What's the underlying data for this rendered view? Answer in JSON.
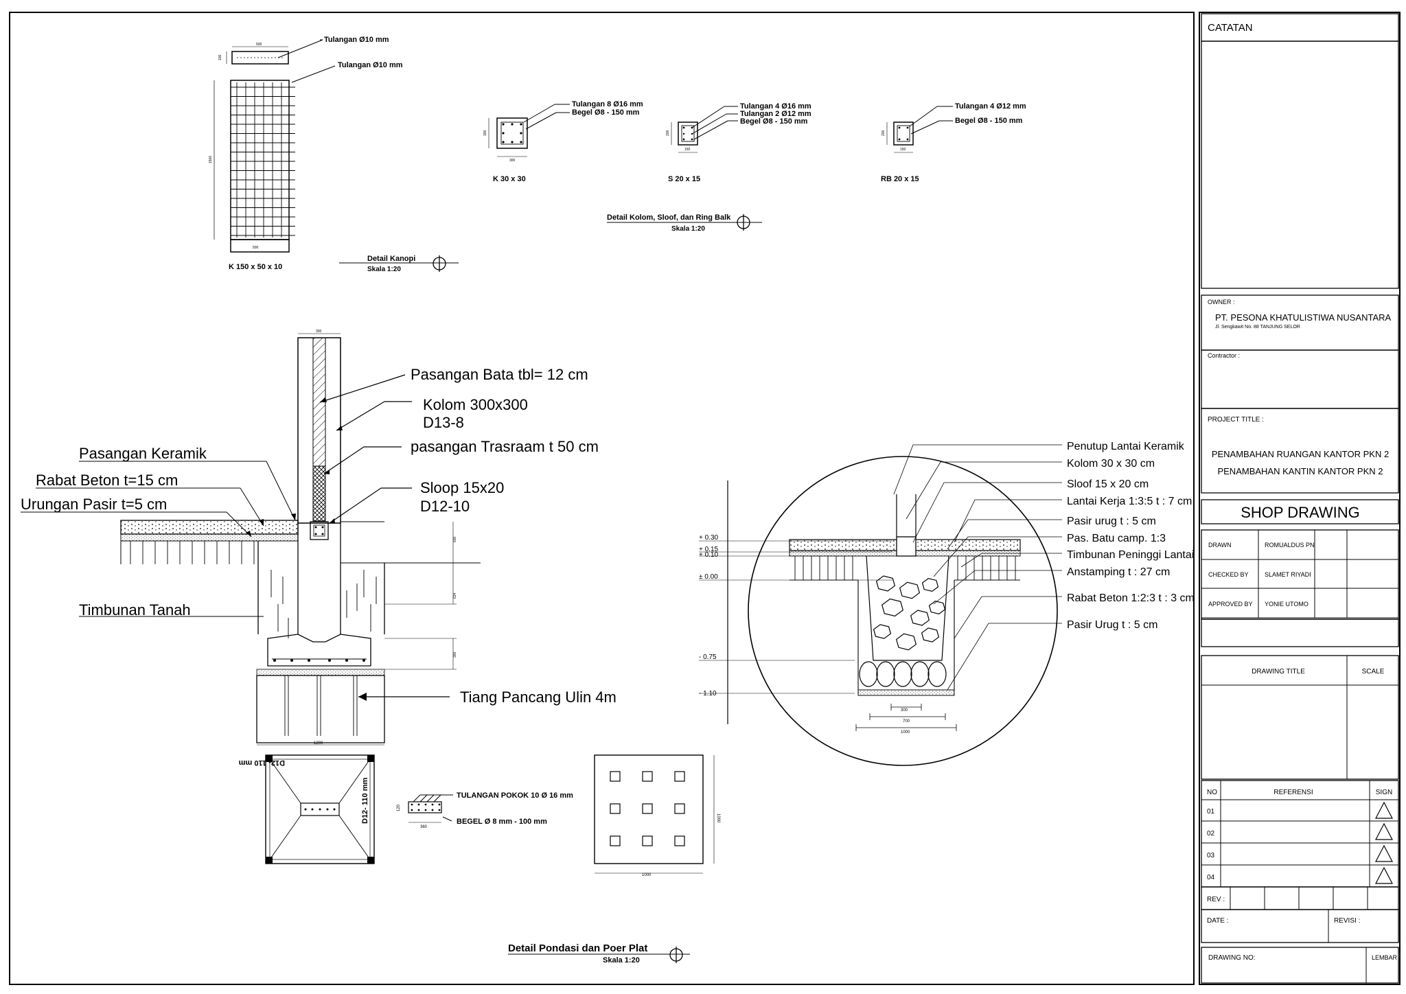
{
  "kanopi": {
    "top_label": "Tulangan Ø10 mm",
    "side_label": "Tulangan Ø10 mm",
    "dim_top": "500",
    "dim_bottom": "500",
    "dim_side": "1500",
    "dim_small": "100",
    "name": "K 150 x 50 x 10",
    "title": "Detail Kanopi",
    "scale": "Skala 1:20"
  },
  "kolom": {
    "k_label1": "Tulangan 8 Ø16 mm",
    "k_label2": "Begel Ø8 - 150 mm",
    "k_name": "K 30 x 30",
    "k_dim_side": "300",
    "k_dim_bottom": "300",
    "s_label1": "Tulangan 4 Ø16 mm",
    "s_label2": "Tulangan 2 Ø12 mm",
    "s_label3": "Begel Ø8 - 150 mm",
    "s_name": "S 20 x 15",
    "s_dim_side": "200",
    "s_dim_bottom": "150",
    "rb_label1": "Tulangan 4 Ø12 mm",
    "rb_label2": "Begel Ø8 - 150 mm",
    "rb_name": "RB 20 x 15",
    "rb_dim_side": "200",
    "rb_dim_bottom": "150",
    "title": "Detail Kolom, Sloof, dan Ring Balk",
    "scale": "Skala 1:20"
  },
  "pondasi": {
    "l_bata": "Pasangan Bata tbl= 12 cm",
    "l_kolom1": "Kolom 300x300",
    "l_kolom2": "D13-8",
    "l_trasraam": "pasangan Trasraam t 50 cm",
    "l_sloop1": "Sloop 15x20",
    "l_sloop2": "D12-10",
    "l_keramik": "Pasangan Keramik",
    "l_rabat": "Rabat Beton t=15 cm",
    "l_urugan": "Urungan Pasir t=5 cm",
    "l_timbunan": "Timbunan Tanah",
    "l_tiang": "Tiang Pancang Ulin 4m",
    "dim_top": "300",
    "dim_600": "600",
    "dim_634": "634",
    "dim_300": "300",
    "dim_1200": "1200",
    "plan_label": "D12- 110 mm",
    "plan_label2": "D12- 110 mm",
    "sec_label1": "TULANGAN POKOK 10 Ø 16 mm",
    "sec_label2": "BEGEL Ø 8 mm - 100 mm",
    "sec_dim_h": "120",
    "sec_dim_w": "360",
    "poer_dim_w": "1000",
    "poer_dim_h": "1000",
    "title": "Detail Pondasi dan Poer Plat",
    "scale": "Skala 1:20"
  },
  "lantai": {
    "lvl_030": "+ 0.30",
    "lvl_015": "+ 0.15",
    "lvl_010": "+ 0.10",
    "lvl_000": "± 0.00",
    "lvl_075": "- 0.75",
    "lvl_110": "- 1.10",
    "l1": "Penutup Lantai Keramik",
    "l2": "Kolom 30 x 30 cm",
    "l3": "Sloof 15 x 20 cm",
    "l4": "Lantai Kerja 1:3:5 t : 7 cm",
    "l5": "Pasir urug t : 5 cm",
    "l6": "Pas. Batu camp. 1:3",
    "l7": "Timbunan Peninggi Lantai",
    "l8": "Anstamping t : 27 cm",
    "l9": "Rabat Beton 1:2:3 t : 3 cm",
    "l10": "Pasir Urug t : 5 cm",
    "dim_300": "300",
    "dim_700": "700",
    "dim_1000": "1000"
  },
  "titleblock": {
    "catatan": "CATATAN",
    "owner_label": "OWNER :",
    "owner_name": "PT.  PESONA  KHATULISTIWA  NUSANTARA",
    "owner_addr": "Jl. Sengkawit  No. 88  TANJUNG  SELOR",
    "contractor_label": "Contractor :",
    "project_label": "PROJECT TITLE :",
    "project_line1": "PENAMBAHAN RUANGAN KANTOR PKN 2",
    "project_line2": "PENAMBAHAN KANTIN KANTOR PKN 2",
    "shop_drawing": "SHOP DRAWING",
    "drawn_label": "DRAWN",
    "drawn_name": "ROMUALDUS PN",
    "checked_label": "CHECKED BY",
    "checked_name": "SLAMET RIYADI",
    "approved_label": "APPROVED BY",
    "approved_name": "YONIE UTOMO",
    "drawing_title_label": "DRAWING TITLE",
    "scale_label": "SCALE",
    "no_label": "NO",
    "ref_label": "REFERENSI",
    "sign_label": "SIGN",
    "rows": [
      "01",
      "02",
      "03",
      "04"
    ],
    "rev_label": "REV :",
    "date_label": "DATE :",
    "revisi_label": "REVISI :",
    "drawing_no_label": "DRAWING NO:",
    "lembar_label": "LEMBAR"
  }
}
